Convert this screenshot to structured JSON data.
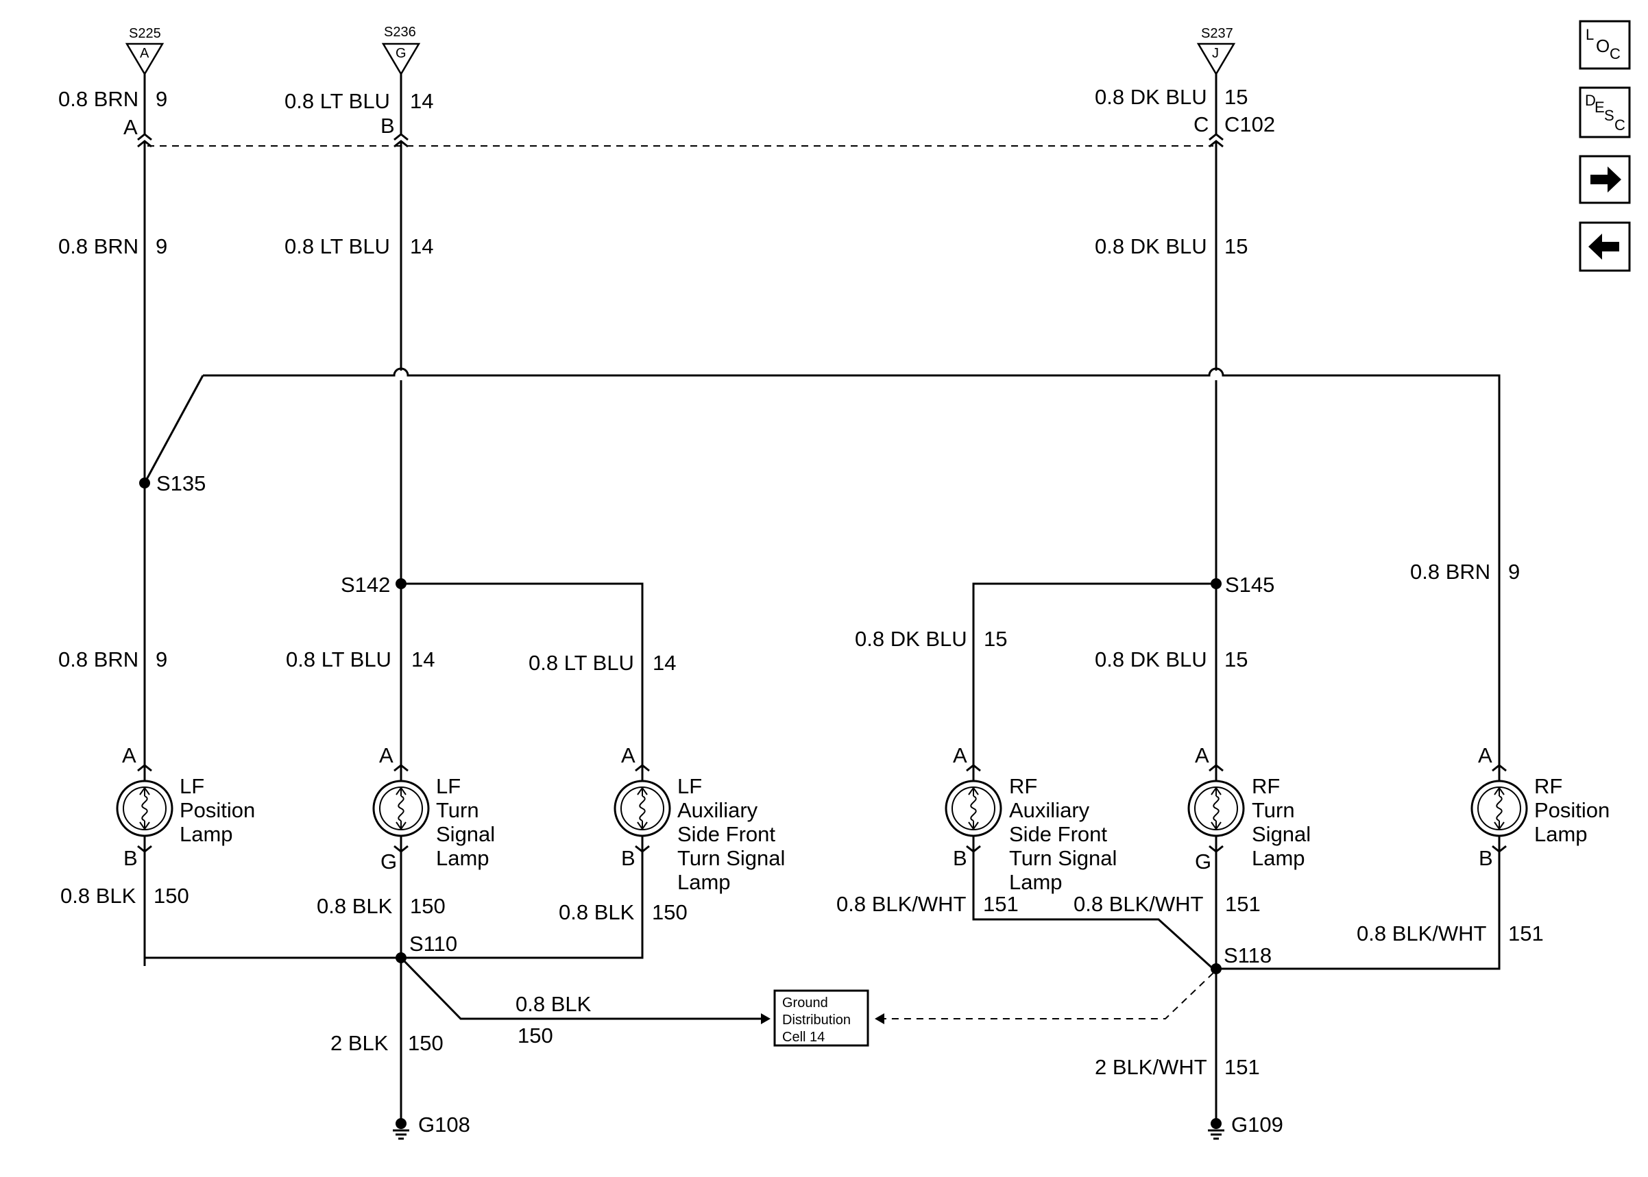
{
  "source_splices": [
    {
      "id": "S225",
      "pin": "A"
    },
    {
      "id": "S236",
      "pin": "G"
    },
    {
      "id": "S237",
      "pin": "J"
    }
  ],
  "connector": {
    "id": "C102",
    "pins": [
      "A",
      "B",
      "C"
    ]
  },
  "wires": {
    "brn": {
      "label": "0.8 BRN",
      "circuit": "9"
    },
    "lt_blu": {
      "label": "0.8 LT BLU",
      "circuit": "14"
    },
    "dk_blu": {
      "label": "0.8 DK BLU",
      "circuit": "15"
    },
    "blk": {
      "label": "0.8 BLK",
      "circuit": "150"
    },
    "blk_wht": {
      "label": "0.8 BLK/WHT",
      "circuit": "151"
    },
    "ground_blk": {
      "label": "2 BLK",
      "circuit": "150"
    },
    "ground_blk_wht": {
      "label": "2 BLK/WHT",
      "circuit": "151"
    }
  },
  "splices": [
    "S135",
    "S142",
    "S145",
    "S110",
    "S118"
  ],
  "lamps": [
    {
      "name": [
        "LF",
        "Position",
        "Lamp"
      ],
      "in_pin": "A",
      "out_pin": "B"
    },
    {
      "name": [
        "LF",
        "Turn",
        "Signal",
        "Lamp"
      ],
      "in_pin": "A",
      "out_pin": "G"
    },
    {
      "name": [
        "LF",
        "Auxiliary",
        "Side Front",
        "Turn Signal",
        "Lamp"
      ],
      "in_pin": "A",
      "out_pin": "B"
    },
    {
      "name": [
        "RF",
        "Auxiliary",
        "Side Front",
        "Turn Signal",
        "Lamp"
      ],
      "in_pin": "A",
      "out_pin": "B"
    },
    {
      "name": [
        "RF",
        "Turn",
        "Signal",
        "Lamp"
      ],
      "in_pin": "A",
      "out_pin": "G"
    },
    {
      "name": [
        "RF",
        "Position",
        "Lamp"
      ],
      "in_pin": "A",
      "out_pin": "B"
    }
  ],
  "grounds": [
    "G108",
    "G109"
  ],
  "ground_cell": [
    "Ground",
    "Distribution",
    "Cell 14"
  ],
  "nav_buttons": {
    "loc": {
      "big": "L",
      "small": "O",
      "sub": "C"
    },
    "desc": {
      "d": "D",
      "e": "E",
      "s": "S",
      "c": "C"
    },
    "next_icon": "arrow-right-icon",
    "prev_icon": "arrow-left-icon"
  }
}
